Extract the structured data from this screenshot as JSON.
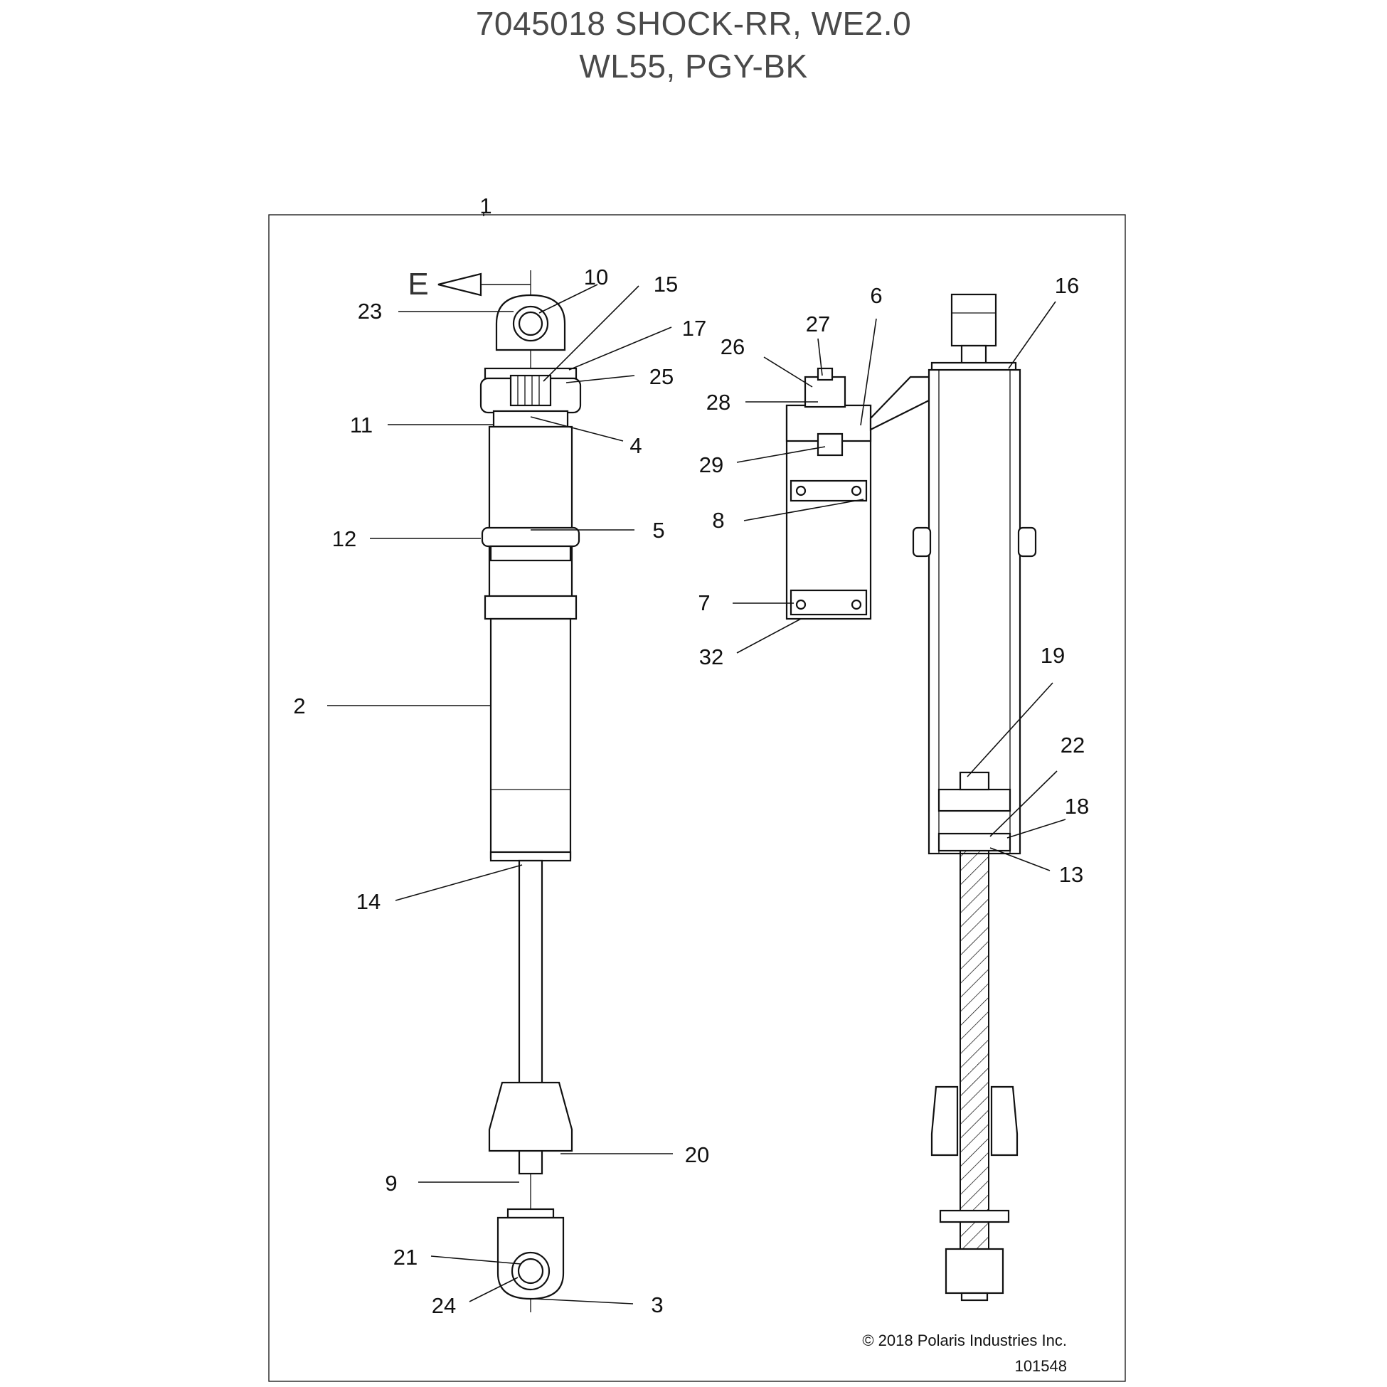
{
  "title": {
    "line1": "7045018 SHOCK-RR, WE2.0",
    "line2": "WL55, PGY-BK"
  },
  "direction_label": "E",
  "callouts": {
    "c1": "1",
    "c2": "2",
    "c3": "3",
    "c4": "4",
    "c5": "5",
    "c6": "6",
    "c7": "7",
    "c8": "8",
    "c9": "9",
    "c10": "10",
    "c11": "11",
    "c12": "12",
    "c13": "13",
    "c14": "14",
    "c15": "15",
    "c16": "16",
    "c17": "17",
    "c18": "18",
    "c19": "19",
    "c20": "20",
    "c21": "21",
    "c22": "22",
    "c23": "23",
    "c24": "24",
    "c25": "25",
    "c26": "26",
    "c27": "27",
    "c28": "28",
    "c29": "29",
    "c32": "32"
  },
  "footer": {
    "copyright": "© 2018 Polaris Industries Inc.",
    "figure_id": "101548"
  }
}
